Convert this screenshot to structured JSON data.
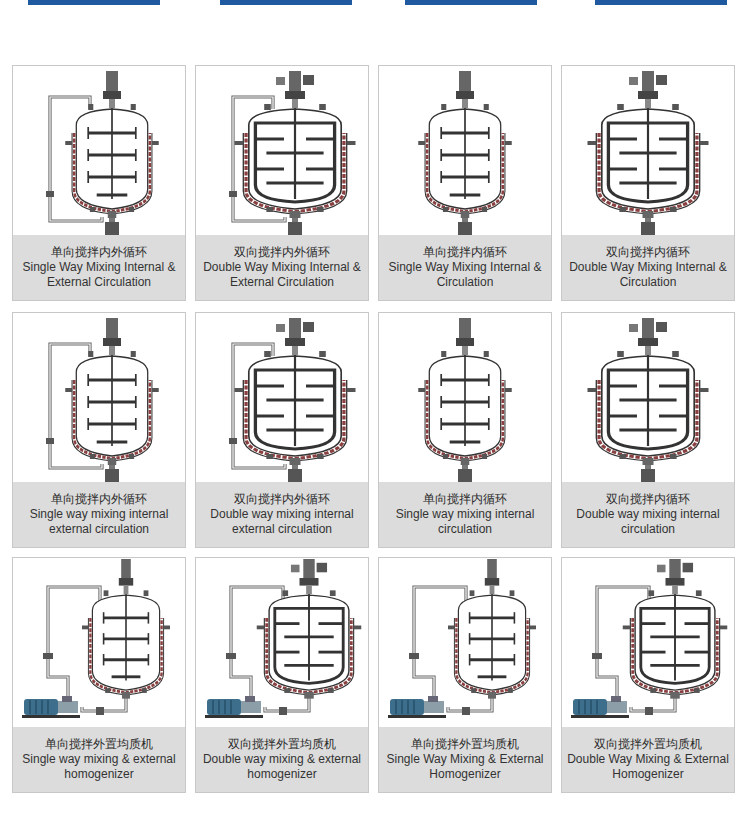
{
  "diagram": {
    "nodes": [
      {
        "text": [
          "单向搅拌内外循环",
          "Single Way Mixing Internal & External Circulation"
        ]
      },
      {
        "text": [
          "双向搅拌内外循环",
          "Double Way Mixing Internal & External Circulation"
        ]
      },
      {
        "text": [
          "单向搅拌内循环",
          "Single Way Mixing Internal & Circulation"
        ]
      },
      {
        "text": [
          "双向搅拌内循环",
          "Double Way Mixing Internal & Circulation"
        ]
      },
      {
        "text": [
          "单向搅拌内外循环",
          "Single way mixing internal external circulation"
        ]
      },
      {
        "text": [
          "双向搅拌内外循环",
          "Double way mixing internal external circulation"
        ]
      },
      {
        "text": [
          "单向搅拌内循环",
          "Single way mixing internal circulation"
        ]
      },
      {
        "text": [
          "双向搅拌内循环",
          "Double way mixing internal circulation"
        ]
      },
      {
        "text": [
          "单向搅拌外置均质机",
          "Single way mixing & external homogenizer"
        ]
      },
      {
        "text": [
          "双向搅拌外置均质机",
          "Double way mixing & external homogenizer"
        ]
      },
      {
        "text": [
          "单向搅拌外置均质机",
          "Single Way Mixing & External Homogenizer"
        ]
      },
      {
        "text": [
          "双向搅拌外置均质机",
          "Double Way Mixing & External Homogenizer"
        ]
      }
    ]
  }
}
